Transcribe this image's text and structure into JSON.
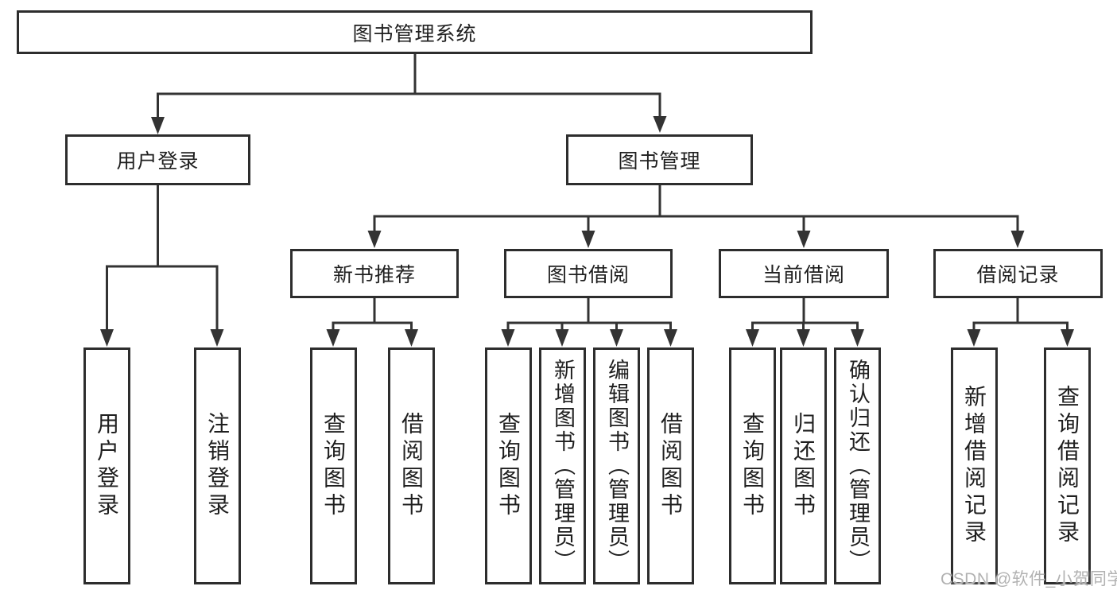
{
  "diagram_title": "图书管理系统",
  "tree": {
    "root": {
      "label": "图书管理系统",
      "children": [
        {
          "label": "用户登录",
          "children": [
            {
              "label": "用户登录"
            },
            {
              "label": "注销登录"
            }
          ]
        },
        {
          "label": "图书管理",
          "children": [
            {
              "label": "新书推荐",
              "children": [
                {
                  "label": "查询图书"
                },
                {
                  "label": "借阅图书"
                }
              ]
            },
            {
              "label": "图书借阅",
              "children": [
                {
                  "label": "查询图书"
                },
                {
                  "label": "新增图书（管理员）"
                },
                {
                  "label": "编辑图书（管理员）"
                },
                {
                  "label": "借阅图书"
                }
              ]
            },
            {
              "label": "当前借阅",
              "children": [
                {
                  "label": "查询图书"
                },
                {
                  "label": "归还图书"
                },
                {
                  "label": "确认归还（管理员）"
                }
              ]
            },
            {
              "label": "借阅记录",
              "children": [
                {
                  "label": "新增借阅记录"
                },
                {
                  "label": "查询借阅记录"
                }
              ]
            }
          ]
        }
      ]
    }
  },
  "watermark": {
    "text": "CSDN @软件_小贺同学"
  },
  "colors": {
    "line": "#333333",
    "box_border": "#2d2d2d",
    "box_fill": "#ffffff",
    "text": "#1f1f1f",
    "watermark_text": "#b2b2b2"
  }
}
